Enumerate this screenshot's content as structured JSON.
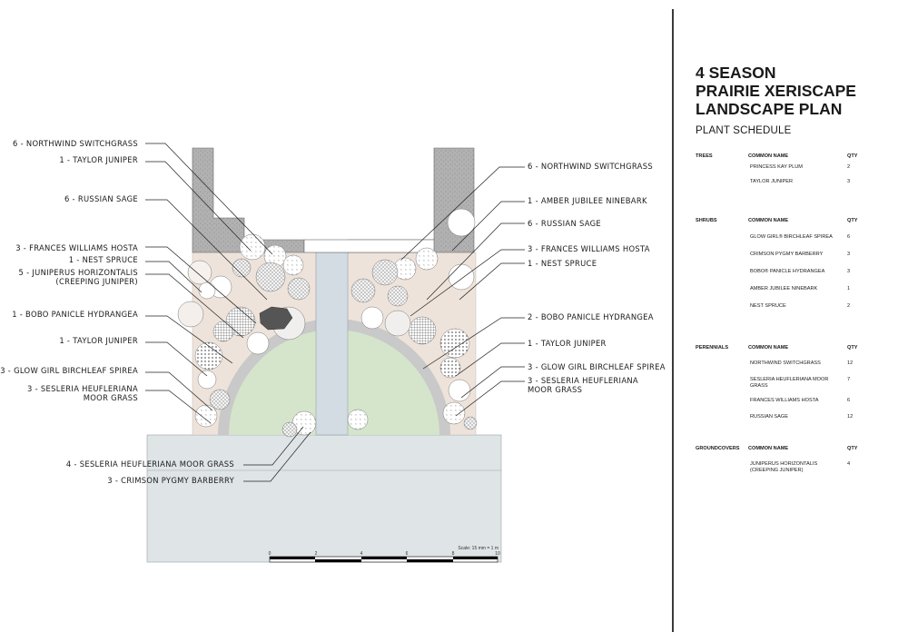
{
  "title_lines": [
    "4 SEASON",
    "PRAIRIE XERISCAPE",
    "LANDSCAPE PLAN"
  ],
  "schedule_title": "PLANT SCHEDULE",
  "schedule": {
    "headers": {
      "common": "COMMON NAME",
      "qty": "QTY"
    },
    "trees": {
      "label": "TREES",
      "rows": [
        {
          "name": "PRINCESS KAY PLUM",
          "qty": "2"
        },
        {
          "name": "TAYLOR JUNIPER",
          "qty": "3"
        }
      ]
    },
    "shrubs": {
      "label": "SHRUBS",
      "rows": [
        {
          "name": "GLOW GIRL® BIRCHLEAF SPIREA",
          "qty": "6"
        },
        {
          "name": "CRIMSON PYGMY BARBERRY",
          "qty": "3"
        },
        {
          "name": "BOBO® PANICLE HYDRANGEA",
          "qty": "3"
        },
        {
          "name": "AMBER JUBILEE NINEBARK",
          "qty": "1"
        },
        {
          "name": "NEST SPRUCE",
          "qty": "2"
        }
      ]
    },
    "perennials": {
      "label": "PERENNIALS",
      "rows": [
        {
          "name": "NORTHWIND SWITCHGRASS",
          "qty": "12"
        },
        {
          "name": "SESLERIA HEUFLERIANA MOOR GRASS",
          "qty": "7"
        },
        {
          "name": "FRANCES WILLIAMS HOSTA",
          "qty": "6"
        },
        {
          "name": "RUSSIAN SAGE",
          "qty": "12"
        }
      ]
    },
    "groundcovers": {
      "label": "GROUNDCOVERS",
      "rows": [
        {
          "name": "JUNIPERUS HORIZONTALIS (CREEPING JUNIPER)",
          "qty": "4"
        }
      ]
    }
  },
  "callouts_left": [
    "6 - NORTHWIND SWITCHGRASS",
    "1 - TAYLOR JUNIPER",
    "6 - RUSSIAN SAGE",
    "3 - FRANCES WILLIAMS HOSTA",
    "1 - NEST SPRUCE",
    "5 - JUNIPERUS HORIZONTALIS",
    "(CREEPING JUNIPER)",
    "1 - BOBO PANICLE HYDRANGEA",
    "1 - TAYLOR JUNIPER",
    "3 - GLOW GIRL BIRCHLEAF SPIREA",
    "3 - SESLERIA HEUFLERIANA",
    "MOOR GRASS"
  ],
  "callouts_right": [
    "6 - NORTHWIND SWITCHGRASS",
    "1 - AMBER JUBILEE NINEBARK",
    "6 - RUSSIAN SAGE",
    "3 - FRANCES WILLIAMS HOSTA",
    "1 - NEST SPRUCE",
    "2 - BOBO PANICLE HYDRANGEA",
    "1 - TAYLOR JUNIPER",
    "3 - GLOW GIRL BIRCHLEAF SPIREA",
    "3 - SESLERIA HEUFLERIANA",
    "MOOR GRASS"
  ],
  "callouts_bottom": [
    "4 - SESLERIA HEUFLERIANA MOOR GRASS",
    "3 - CRIMSON PYGMY BARBERRY"
  ],
  "scale": {
    "caption": "Scale: 15 mm = 1 m",
    "ticks": [
      "0",
      "2",
      "4",
      "6",
      "8",
      "10"
    ]
  },
  "colors": {
    "house": "#a9a9a9",
    "planting_bed": "#eee3da",
    "lawn": "#d4e5cc",
    "path": "#d3dce2",
    "driveway": "#dfe4e7",
    "edging": "#c2c2c2",
    "boulder": "#555555"
  }
}
